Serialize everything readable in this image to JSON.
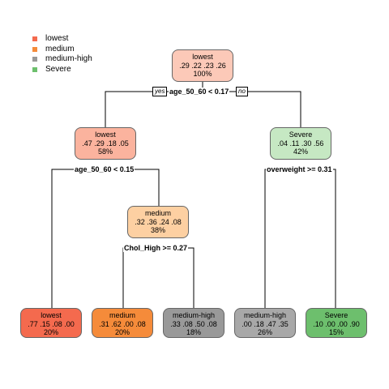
{
  "legend": {
    "items": [
      {
        "label": "lowest",
        "color": "#F46A4E"
      },
      {
        "label": "medium",
        "color": "#F58B3A"
      },
      {
        "label": "medium-high",
        "color": "#999999"
      },
      {
        "label": "Severe",
        "color": "#6DBF6D"
      }
    ]
  },
  "nodes": {
    "root": {
      "cls": "lowest",
      "probs": ".29  .22  .23  .26",
      "pct": "100%",
      "fill": "#FCC9B8"
    },
    "n2": {
      "cls": "lowest",
      "probs": ".47  .29  .18  .05",
      "pct": "58%",
      "fill": "#FBB39E"
    },
    "n3": {
      "cls": "Severe",
      "probs": ".04  .11  .30  .56",
      "pct": "42%",
      "fill": "#C6E8C3"
    },
    "n5": {
      "cls": "medium",
      "probs": ".32  .36  .24  .08",
      "pct": "38%",
      "fill": "#FDD0A2"
    },
    "leaf1": {
      "cls": "lowest",
      "probs": ".77  .15  .08  .00",
      "pct": "20%",
      "fill": "#F46A4E"
    },
    "leaf2": {
      "cls": "medium",
      "probs": ".31  .62  .00  .08",
      "pct": "20%",
      "fill": "#F58B3A"
    },
    "leaf3": {
      "cls": "medium-high",
      "probs": ".33  .08  .50  .08",
      "pct": "18%",
      "fill": "#999999"
    },
    "leaf4": {
      "cls": "medium-high",
      "probs": ".00  .18  .47  .35",
      "pct": "26%",
      "fill": "#A8A8A8"
    },
    "leaf5": {
      "cls": "Severe",
      "probs": ".10  .00  .00  .90",
      "pct": "15%",
      "fill": "#6DBF6D"
    }
  },
  "splits": {
    "root": "age_50_60 < 0.17",
    "n2": "age_50_60 < 0.15",
    "n3": "overweight >= 0.31",
    "n5": "Chol_High >= 0.27"
  },
  "tags": {
    "yes": "yes",
    "no": "no"
  }
}
